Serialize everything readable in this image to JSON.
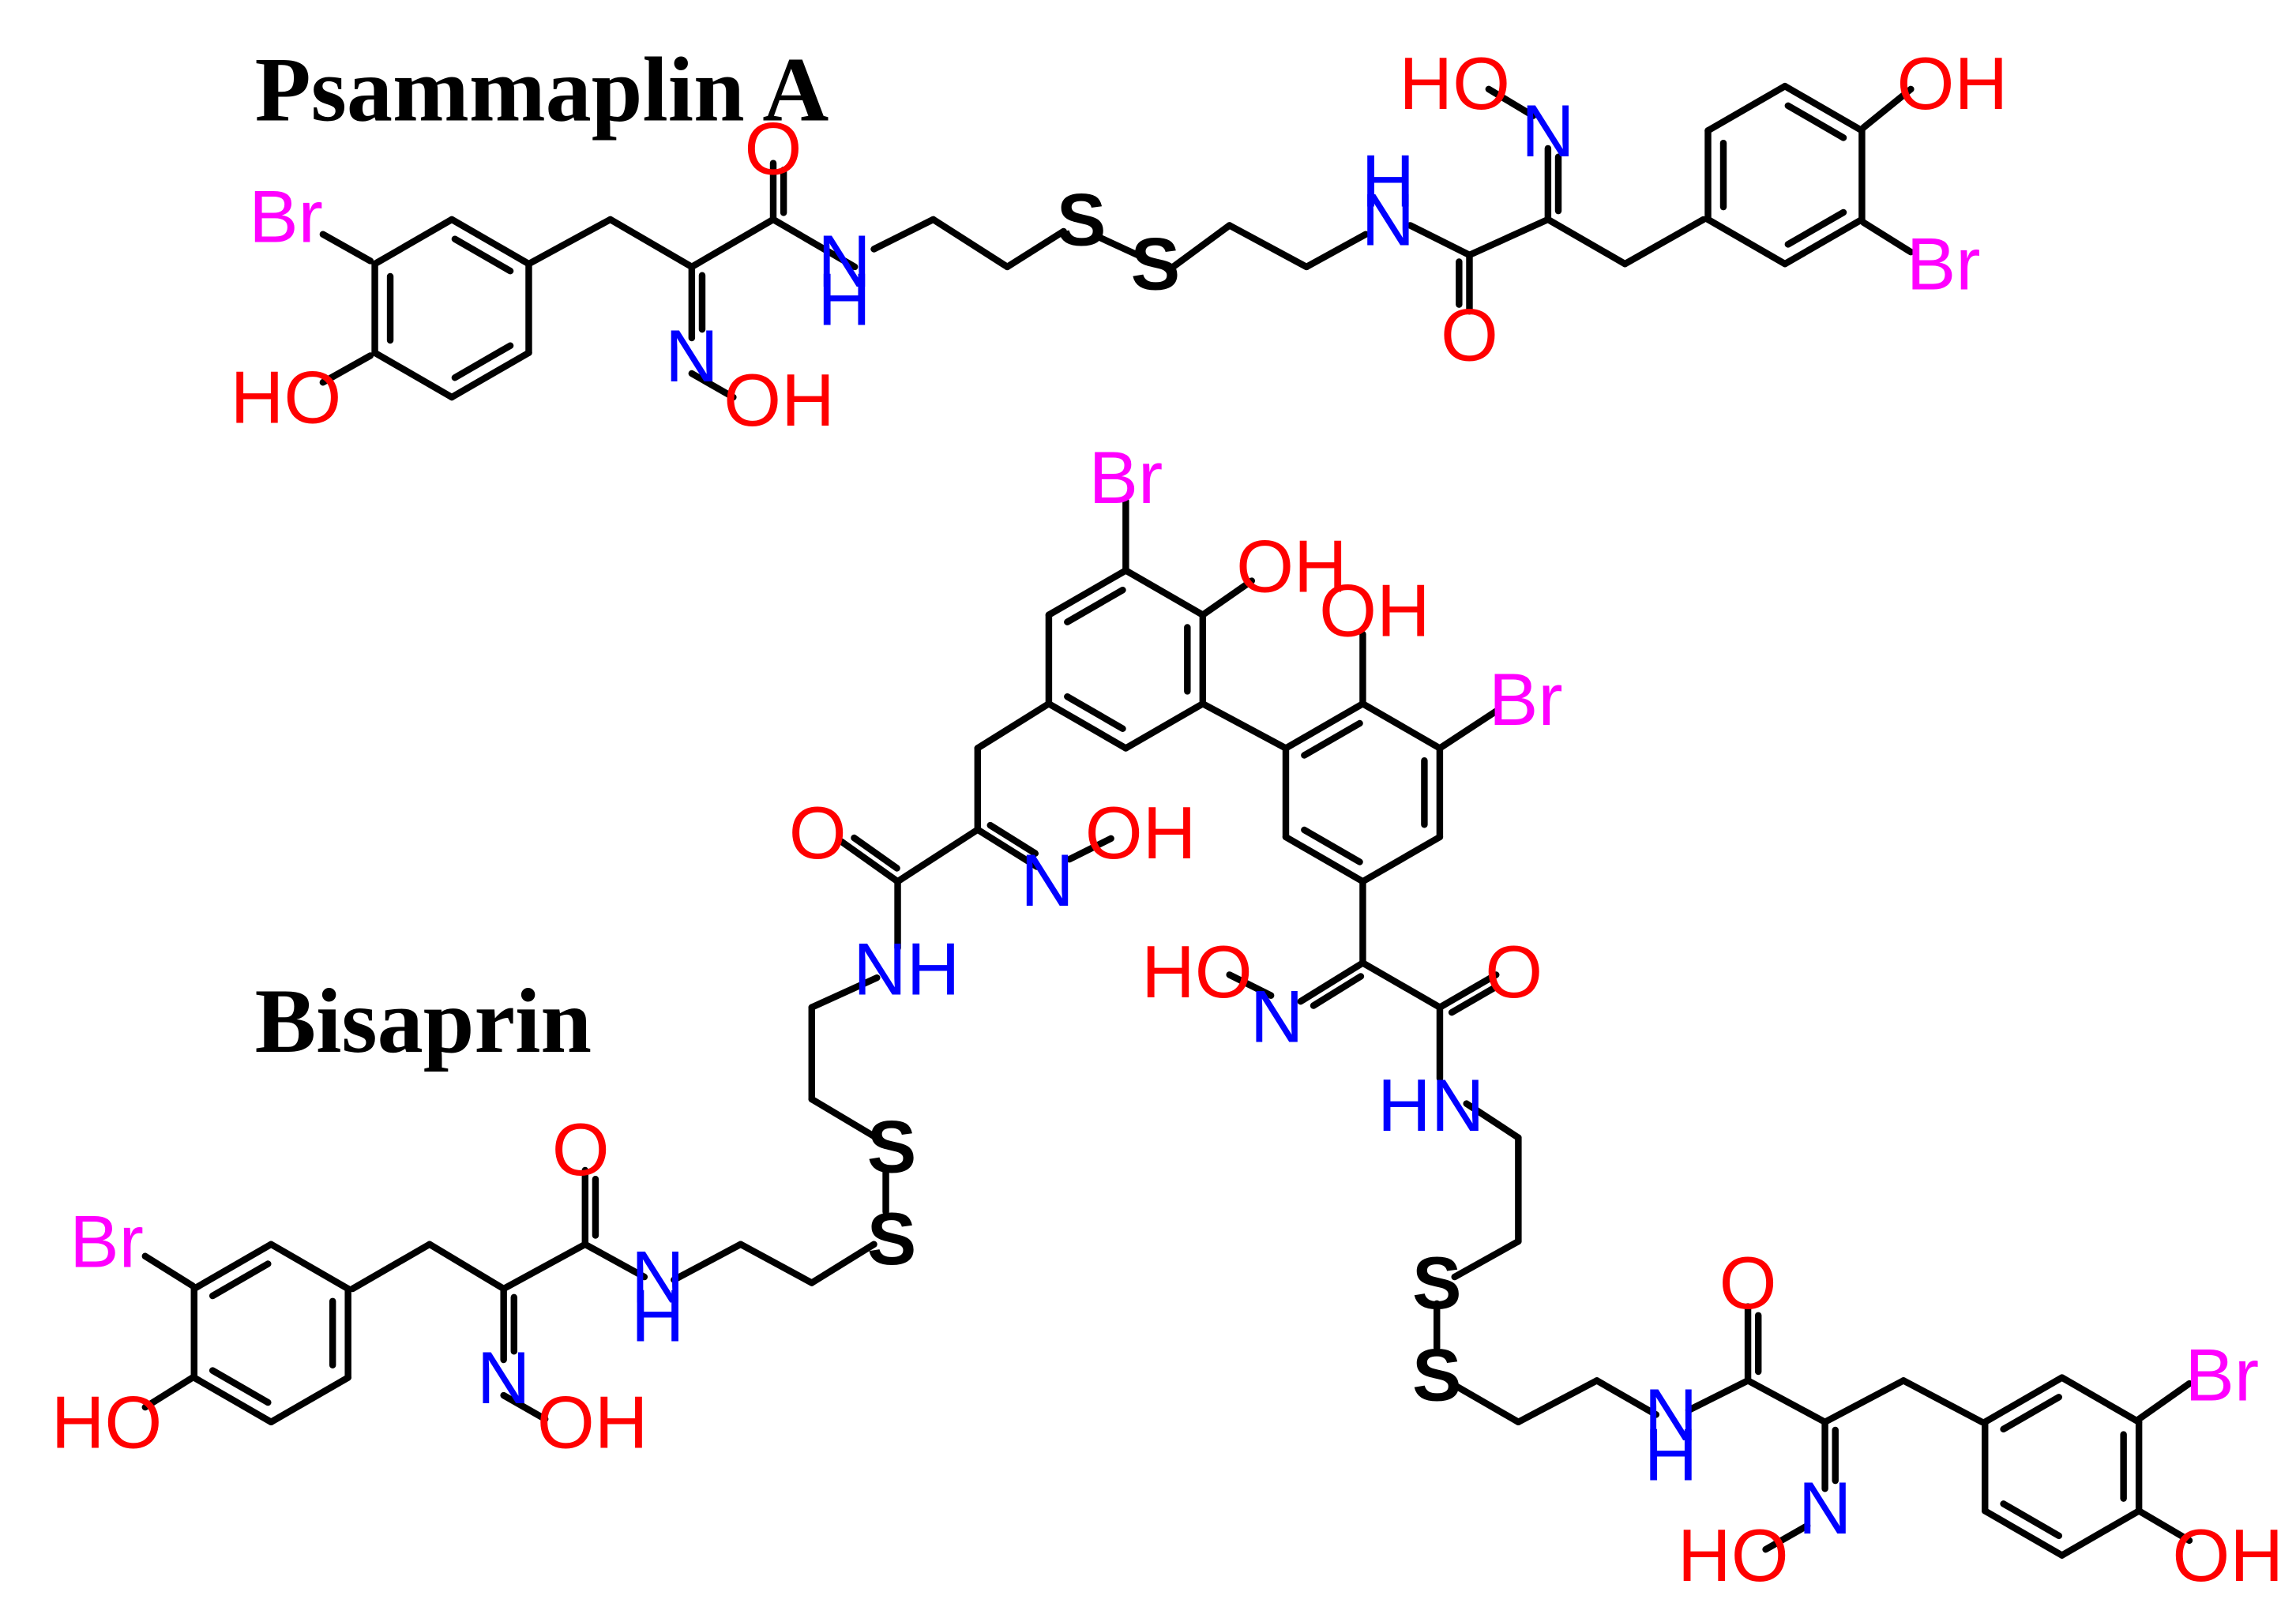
{
  "titles": {
    "top": "Psammaplin A",
    "bottom": "Bisaprin"
  },
  "atom_labels": {
    "br": "Br",
    "oh": "OH",
    "ho": "HO",
    "o": "O",
    "n": "N",
    "nh": "NH",
    "hn": "HN",
    "h": "H",
    "s": "S"
  },
  "colors": {
    "bond": "#000000",
    "oxygen": "#ff0000",
    "nitrogen": "#0000ff",
    "bromine": "#ff00ff",
    "sulfur": "#000000",
    "title": "#000000"
  }
}
